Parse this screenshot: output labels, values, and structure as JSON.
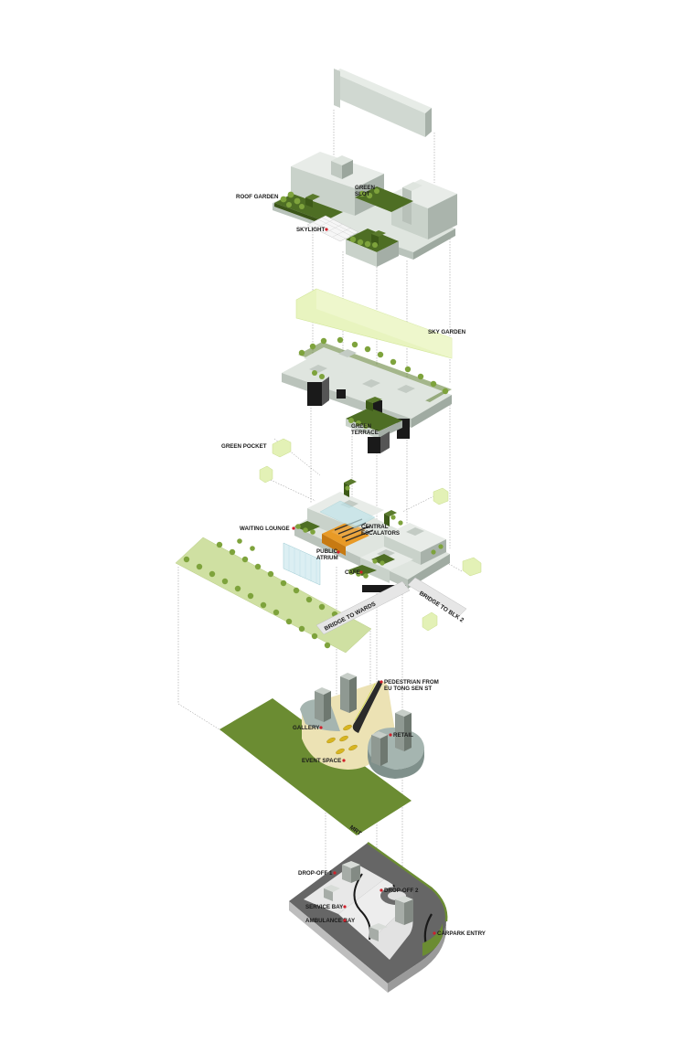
{
  "colors": {
    "roof": "#dde5de",
    "side_light": "#c5cec7",
    "side_dark": "#a1aca4",
    "green_dark": "#4e6e24",
    "green_field": "#6b8c32",
    "green_light": "#cfe0a2",
    "sky_garden": "#e8f4bf",
    "tree": "#7ea33c",
    "plaza": "#ece2b4",
    "gray_dark": "#7a7a7a",
    "marker": "#d0202a",
    "bridge": "#e6e6e6"
  },
  "labels": {
    "roof_garden": "ROOF GARDEN",
    "green_slot": [
      "GREEN",
      "SLOT"
    ],
    "skylight": "SKYLIGHT",
    "sky_garden": "SKY GARDEN",
    "green_terrace": [
      "GREEN",
      "TERRACE"
    ],
    "green_pocket": "GREEN POCKET",
    "waiting_lounge": "WAITING LOUNGE",
    "central_escalators": [
      "CENTRAL",
      "ESCALATORS"
    ],
    "public_atrium": [
      "PUBLIC",
      "ATRIUM"
    ],
    "cafe": "CAFE",
    "bridge_to_wards": "BRIDGE TO WARDS",
    "bridge_to_blk2": "BRIDGE TO BLK 2",
    "pedestrian": [
      "PEDESTRIAN FROM",
      "EU TONG SEN ST"
    ],
    "gallery": "GALLERY",
    "retail": "RETAIL",
    "event_space": "EVENT SPACE",
    "field_tag": "MRT",
    "drop_off_1": "DROP-OFF 1",
    "drop_off_2": "DROP-OFF 2",
    "service_bay": "SERVICE BAY",
    "ambulance_bay": "AMBULANCE BAY",
    "carpark_entry": "CARPARK ENTRY"
  }
}
